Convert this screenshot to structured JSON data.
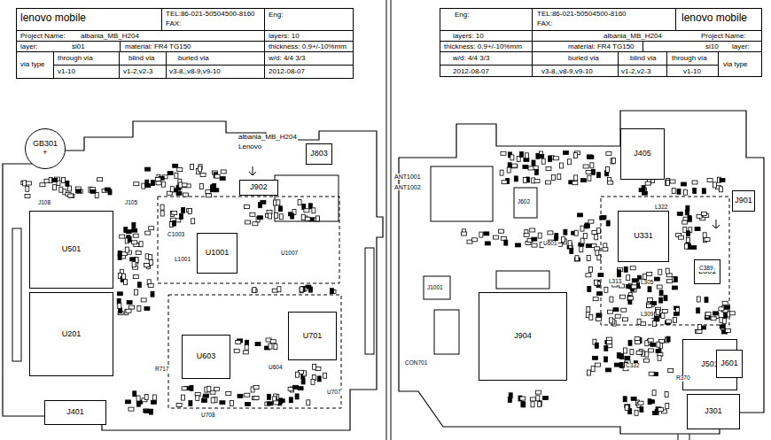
{
  "diagram": {
    "nodes": [
      {
        "text": [
          "GB301",
          "+"
        ]
      },
      {
        "text": [
          "J803"
        ]
      },
      {
        "text": [
          "J902"
        ]
      },
      {
        "text": [
          "U501"
        ]
      },
      {
        "text": [
          "U201"
        ]
      },
      {
        "text": [
          "U1001"
        ]
      },
      {
        "text": [
          "U603"
        ]
      },
      {
        "text": [
          "U701"
        ]
      },
      {
        "text": [
          "J401"
        ]
      },
      {
        "text": [
          "U331"
        ]
      },
      {
        "text": [
          "J904"
        ]
      },
      {
        "text": [
          "J501"
        ]
      },
      {
        "text": [
          "J301"
        ]
      },
      {
        "text": [
          "J405"
        ]
      },
      {
        "text": [
          "J901"
        ]
      },
      {
        "text": [
          "L801"
        ]
      },
      {
        "text": [
          "J601"
        ]
      }
    ],
    "labels": [
      "lenovo mobile",
      "TEL:86-021-50504500-8160",
      "FAX:",
      "Eng:",
      "Project Name:",
      "albania_MB_H204",
      "layers: 10",
      "layer:",
      "si01",
      "material: FR4 TG150",
      "thickness: 0.9+/-10%mm",
      "via type",
      "through via",
      "blind via",
      "buried via",
      "w/d: 4/4 3/3",
      "v1-10",
      "v1-2,v2-3",
      "v3-8,,v8-9,v9-10",
      "2012-08-07",
      "lenovo mobile",
      "TEL:86-021-50504500-8160",
      "FAX:",
      "Eng:",
      "Project Name:",
      "albania_MB_H204",
      "layers: 10",
      "layer:",
      "si10",
      "material: FR4 TG150",
      "thickness: 0.9+/-10%mm",
      "via type",
      "through via",
      "blind via",
      "buried via",
      "w/d: 4/4 3/3",
      "v1-10",
      "v1-2,v2-3",
      "v3-8,,v8-9,v9-10",
      "2012-08-07",
      "albania_MB_H204",
      "Lenovo",
      "J108",
      "J105",
      "L1001",
      "C1003",
      "U707",
      "U604",
      "U708",
      "R717",
      "U1007",
      "ANT1001",
      "ANT1002",
      "J1001",
      "CON701",
      "J602",
      "U601",
      "L313",
      "L305",
      "L309",
      "L322",
      "C332",
      "R370",
      "C389"
    ]
  }
}
